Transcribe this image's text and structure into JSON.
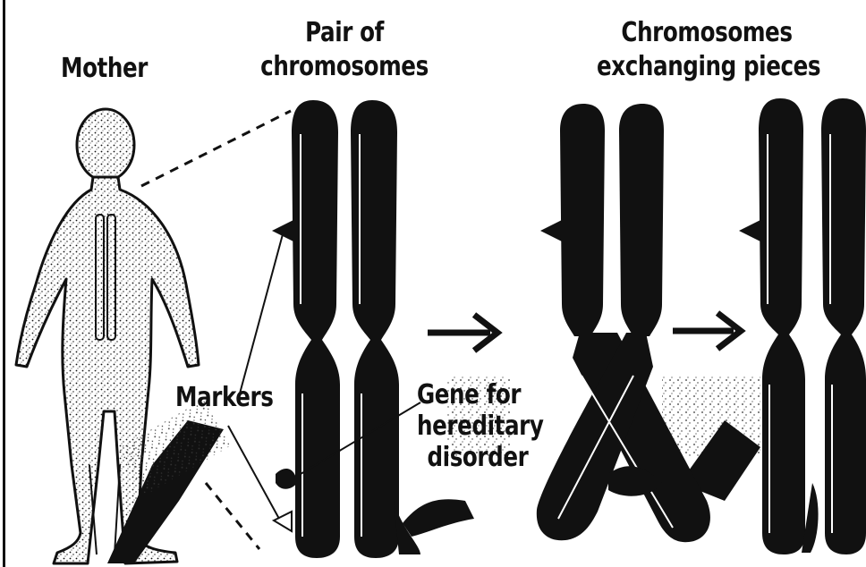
{
  "labels": {
    "mother": "Mother",
    "pair_line1": "Pair of",
    "pair_line2": "chromosomes",
    "exchange_line1": "Chromosomes",
    "exchange_line2": "exchanging pieces",
    "markers": "Markers",
    "gene_line1": "Gene for",
    "gene_line2": "hereditary",
    "gene_line3": "disorder"
  },
  "colors": {
    "ink": "#111111",
    "background": "#ffffff"
  }
}
